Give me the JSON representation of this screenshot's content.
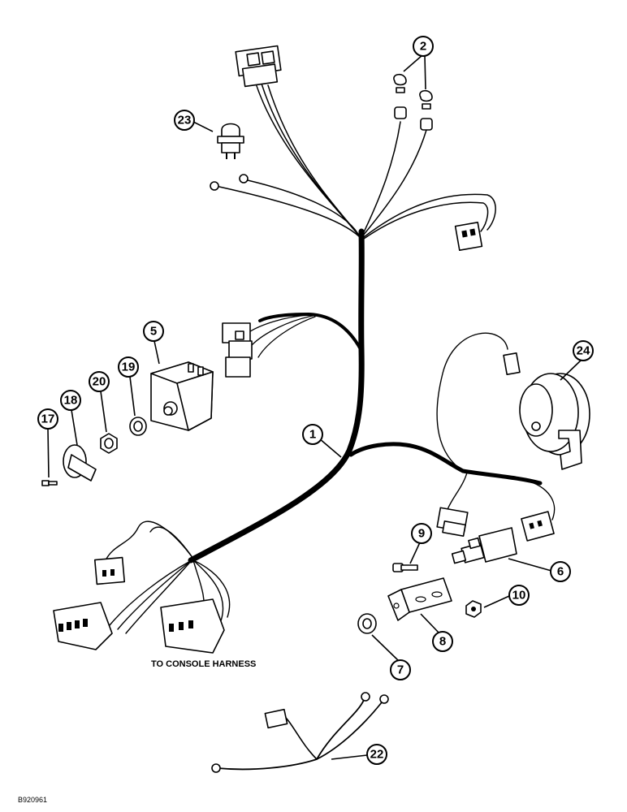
{
  "callouts": {
    "c1": "1",
    "c2": "2",
    "c5": "5",
    "c6": "6",
    "c7": "7",
    "c8": "8",
    "c9": "9",
    "c10": "10",
    "c17": "17",
    "c18": "18",
    "c19": "19",
    "c20": "20",
    "c22": "22",
    "c23": "23",
    "c24": "24"
  },
  "caption": "TO CONSOLE HARNESS",
  "figure_code": "B920961"
}
